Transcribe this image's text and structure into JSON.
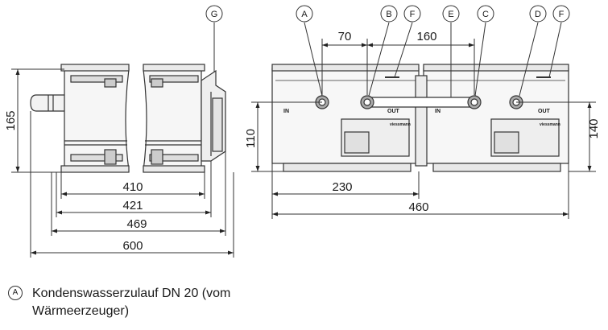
{
  "dimensions": {
    "height_165": "165",
    "height_110": "110",
    "height_140": "140",
    "width_410": "410",
    "width_421": "421",
    "width_469": "469",
    "width_600": "600",
    "width_230": "230",
    "width_460": "460",
    "spacing_70": "70",
    "spacing_160": "160"
  },
  "callouts": {
    "a": "A",
    "b": "B",
    "c": "C",
    "d": "D",
    "e": "E",
    "f1": "F",
    "f2": "F",
    "g": "G"
  },
  "labels": {
    "in1": "IN",
    "out1": "OUT",
    "in2": "IN",
    "out2": "OUT",
    "brand1": "viessmann",
    "brand2": "viessmann"
  },
  "legend": {
    "badge": "A",
    "line1": "Kondenswasserzulauf DN 20 (vom",
    "line2": "Wärmeerzeuger)"
  }
}
